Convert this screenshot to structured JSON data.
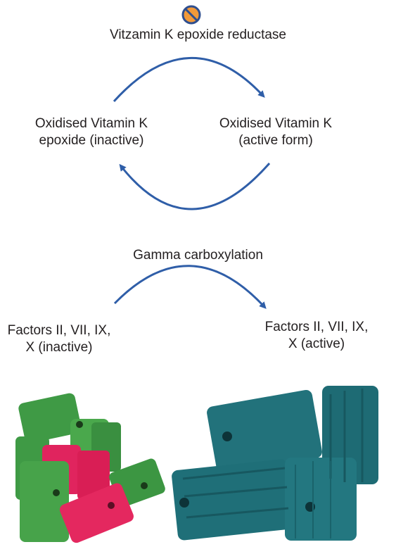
{
  "enzyme_label": "Vitzamin K epoxide reductase",
  "inhibitor_icon": "prohibition-icon",
  "cycle": {
    "left_label": [
      "Oxidised Vitamin K",
      "epoxide (inactive)"
    ],
    "right_label": [
      "Oxidised Vitamin K",
      "(active form)"
    ]
  },
  "carboxylation": {
    "process_label": "Gamma carboxylation",
    "left_label": [
      "Factors II, VII, IX,",
      "X (inactive)"
    ],
    "right_label": [
      "Factors II, VII, IX,",
      "X (active)"
    ]
  },
  "colors": {
    "arrow": "#2f5ea8",
    "text": "#231f20",
    "icon_ring": "#2f4f8f",
    "icon_fill": "#f29a3a",
    "bait_green": "#3f9a45",
    "bait_pink": "#e0245e",
    "bait_teal": "#1f6f78"
  }
}
